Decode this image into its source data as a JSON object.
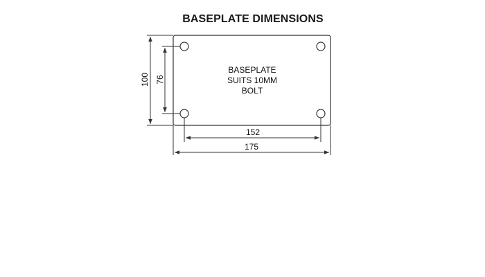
{
  "title": "BASEPLATE DIMENSIONS",
  "plate_label": [
    "BASEPLATE",
    "SUITS 10MM",
    "BOLT"
  ],
  "dimensions": {
    "overall_width": "175",
    "hole_spacing_width": "152",
    "overall_height": "100",
    "hole_spacing_height": "76"
  },
  "colors": {
    "line": "#333333",
    "text": "#111111"
  }
}
